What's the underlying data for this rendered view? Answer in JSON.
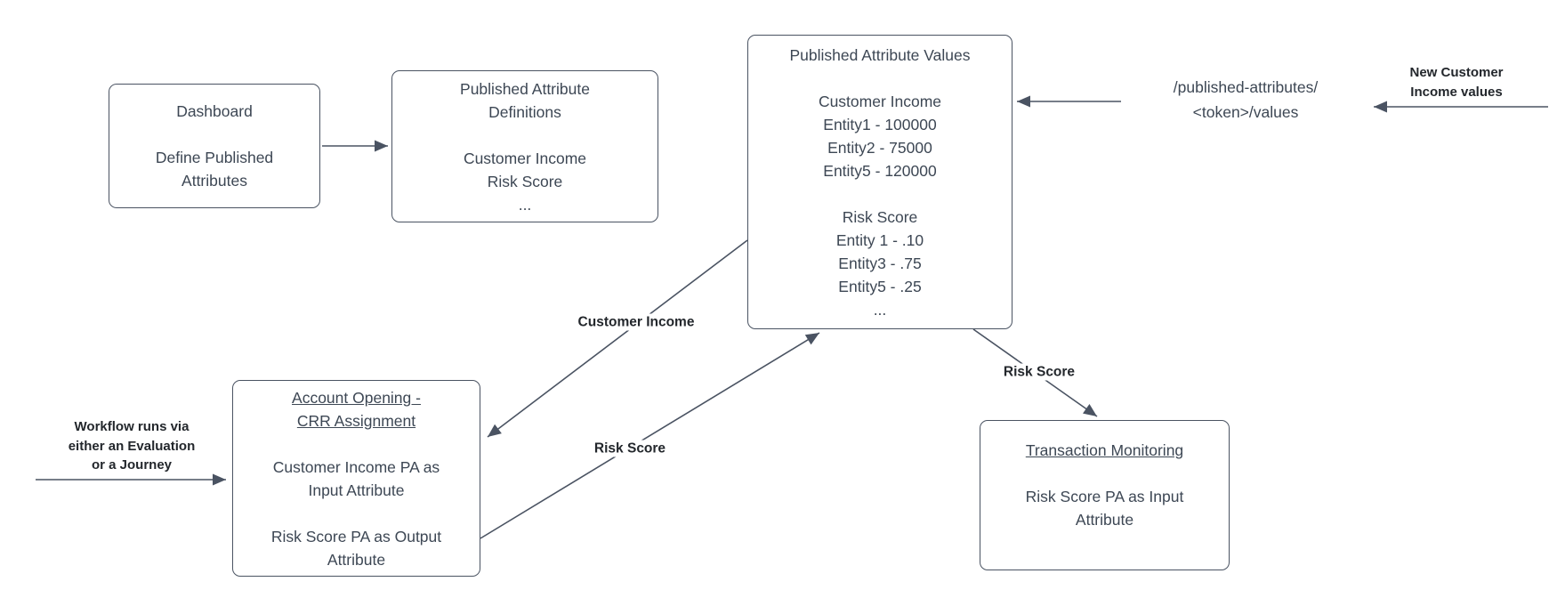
{
  "canvas": {
    "background_color": "#ffffff",
    "stroke_color": "#4a5362",
    "node_text_color": "#3d4754",
    "bold_label_color": "#23272c"
  },
  "nodes": {
    "dashboard": {
      "text": "Dashboard\n\nDefine Published\nAttributes"
    },
    "published_attribute_definitions": {
      "text": "Published Attribute\nDefinitions\n\nCustomer Income\nRisk Score\n..."
    },
    "published_attribute_values": {
      "text": "Published Attribute Values\n\nCustomer Income\nEntity1 - 100000\nEntity2 - 75000\nEntity5 - 120000\n\nRisk Score\nEntity 1 - .10\nEntity3 - .75\nEntity5 - .25\n..."
    },
    "account_opening": {
      "title": "Account Opening -\nCRR Assignment",
      "body": "Customer Income PA as\nInput Attribute\n\nRisk Score PA as Output\nAttribute"
    },
    "transaction_monitoring": {
      "title": "Transaction Monitoring",
      "body": "Risk Score PA as Input\nAttribute"
    }
  },
  "edge_labels": {
    "customer_income": "Customer Income",
    "risk_score_output": "Risk Score",
    "risk_score_tm": "Risk Score"
  },
  "notes": {
    "workflow": "Workflow runs via\neither an Evaluation\nor a Journey",
    "api_endpoint": "/published-attributes/\n<token>/values",
    "new_values": "New Customer\nIncome values"
  }
}
